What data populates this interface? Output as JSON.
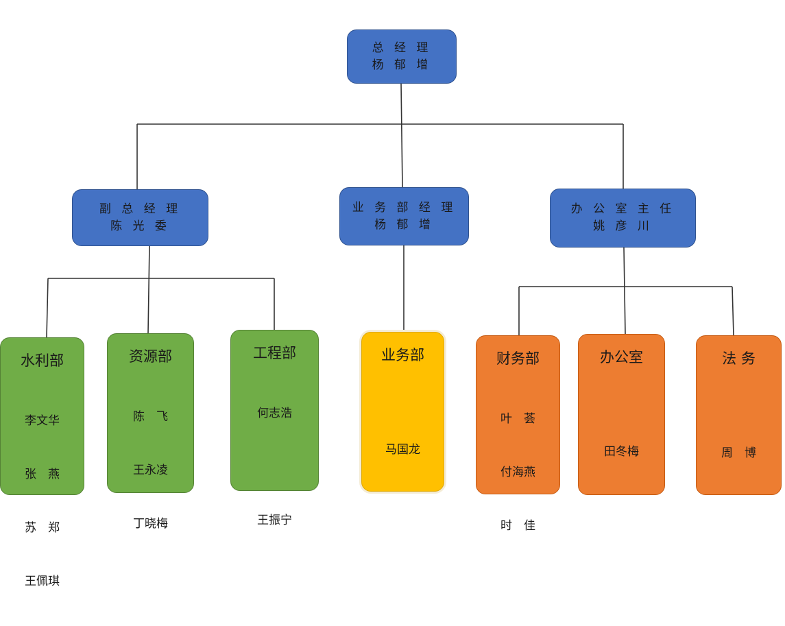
{
  "top": {
    "title": "总 经 理",
    "name": "杨 郁 增"
  },
  "level2": [
    {
      "title": "副 总 经 理",
      "name": "陈 光 委"
    },
    {
      "title": "业 务 部 经 理",
      "name": "杨 郁 增"
    },
    {
      "title": "办 公 室 主 任",
      "name": "姚 彦 川"
    }
  ],
  "departments": [
    {
      "title": "水利部",
      "members": [
        "李文华",
        "张　燕",
        "苏　郑",
        "王佩琪"
      ]
    },
    {
      "title": "资源部",
      "members": [
        "陈　飞",
        "王永凌",
        "丁晓梅"
      ]
    },
    {
      "title": "工程部",
      "members": [
        "何志浩",
        "",
        "王振宁"
      ]
    },
    {
      "title": "业务部",
      "members": [
        "马国龙"
      ]
    },
    {
      "title": "财务部",
      "members": [
        "叶　荟",
        "付海燕",
        "时　佳"
      ]
    },
    {
      "title": "办公室",
      "members": [
        "田冬梅"
      ]
    },
    {
      "title": "法 务",
      "members": [
        "周　博"
      ]
    }
  ],
  "colors": {
    "executive": "#4472c4",
    "engineering": "#70ad47",
    "business": "#ffc000",
    "administration": "#ed7d31",
    "line": "#333333"
  }
}
